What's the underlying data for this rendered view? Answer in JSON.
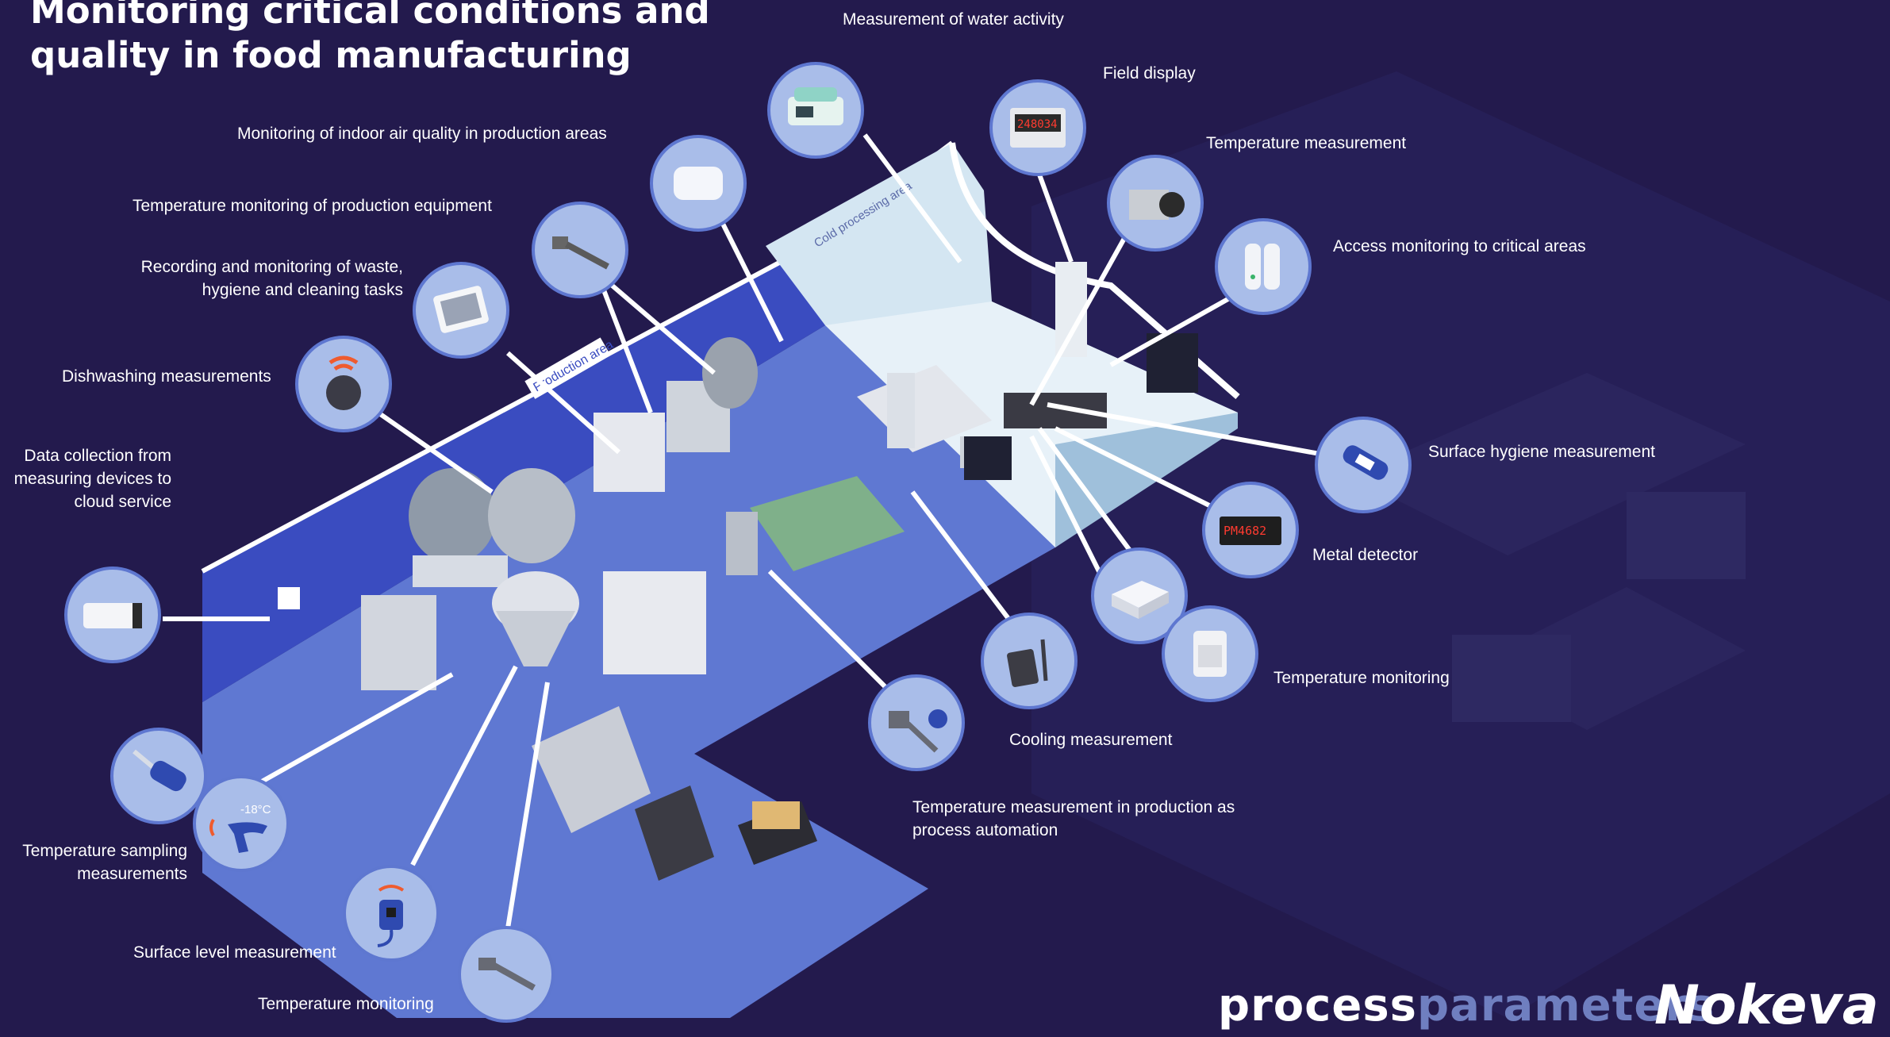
{
  "title": "Monitoring critical conditions and quality in food manufacturing",
  "labels": {
    "water_activity": "Measurement of water activity",
    "field_display": "Field display",
    "indoor_air": "Monitoring of indoor air quality in production areas",
    "temp_measurement": "Temperature measurement",
    "temp_monitoring_equipment": "Temperature monitoring of production equipment",
    "access_monitoring": "Access monitoring  to critical areas",
    "waste_line1": "Recording and monitoring of waste,",
    "waste_line2": "hygiene and cleaning tasks",
    "dishwashing": "Dishwashing measurements",
    "data_collection_line1": "Data collection from",
    "data_collection_line2": "measuring devices to",
    "data_collection_line3": "cloud service",
    "surface_hygiene": "Surface hygiene measurement",
    "metal_detector": "Metal detector",
    "temp_monitoring_right": "Temperature monitoring",
    "cooling": "Cooling measurement",
    "process_line1": "Temperature measurement in production as",
    "process_line2": "process automation",
    "sampling_line1": "Temperature sampling",
    "sampling_line2": "measurements",
    "surface_level": "Surface level measurement",
    "temp_monitoring_bottom": "Temperature monitoring"
  },
  "scene_text": {
    "cold_area": "Cold processing area",
    "production_area": "Production area",
    "field_display_value": "248034",
    "metal_detector_value": "PM4682",
    "sampling_value": "-18°C"
  },
  "logos": {
    "pp_part1": "process",
    "pp_part2": "parameters",
    "nokeval": "Nokeva"
  },
  "icons": {
    "water_activity": "water-activity-meter-icon",
    "field_display": "field-display-icon",
    "indoor_air": "air-quality-sensor-icon",
    "temp_camera": "thermal-camera-icon",
    "temp_probe": "temperature-probe-icon",
    "access": "door-sensor-icon",
    "tablet": "tablet-icon",
    "dishwashing": "wireless-logger-icon",
    "gateway": "gateway-icon",
    "surface_hygiene": "hygiene-meter-icon",
    "metal_detector": "metal-detector-display-icon",
    "transmitter": "transmitter-box-icon",
    "wall_sensor": "wall-sensor-icon",
    "cooling": "handheld-thermometer-icon",
    "process_probe": "process-probe-icon",
    "sampling_a": "probe-thermometer-icon",
    "sampling_b": "infrared-thermometer-icon",
    "level": "level-sensor-icon",
    "bottom_probe": "cable-probe-icon"
  },
  "colors": {
    "background": "#231a4d",
    "floor": "#5f78d2",
    "wall": "#3a4cc0",
    "cold_room": "#d4e6f2",
    "bubble": "#a9bde9",
    "connector": "#ffffff"
  }
}
